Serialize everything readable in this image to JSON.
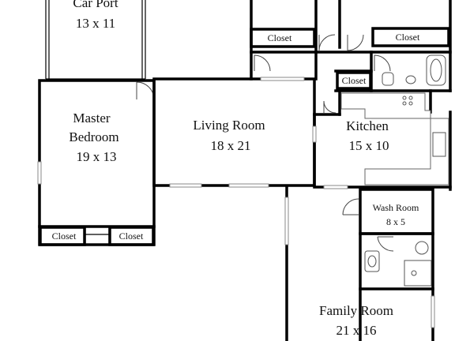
{
  "rooms": {
    "car_port": {
      "name": "Car Port",
      "size": "13 x 11"
    },
    "master_bedroom": {
      "name_line1": "Master",
      "name_line2": "Bedroom",
      "size": "19 x 13"
    },
    "living_room": {
      "name": "Living Room",
      "size": "18 x 21"
    },
    "kitchen": {
      "name": "Kitchen",
      "size": "15 x 10"
    },
    "wash_room": {
      "name": "Wash Room",
      "size": "8 x 5"
    },
    "family_room": {
      "name": "Family Room",
      "size": "21 x 16"
    }
  },
  "closets": {
    "top_left": "Closet",
    "top_right": "Closet",
    "bath": "Closet",
    "bedroom_left": "Closet",
    "bedroom_right": "Closet"
  }
}
